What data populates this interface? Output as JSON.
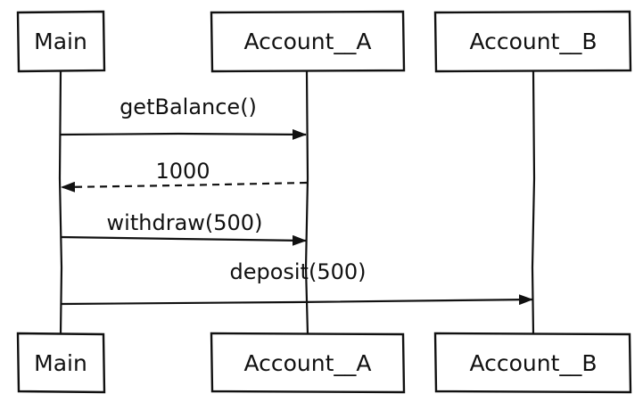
{
  "participants": [
    {
      "id": "main",
      "label": "Main"
    },
    {
      "id": "account_a",
      "label": "Account__A"
    },
    {
      "id": "account_b",
      "label": "Account__B"
    }
  ],
  "messages": [
    {
      "label": "getBalance()",
      "from": "main",
      "to": "account_a",
      "style": "solid"
    },
    {
      "label": "1000",
      "from": "account_a",
      "to": "main",
      "style": "dashed"
    },
    {
      "label": "withdraw(500)",
      "from": "main",
      "to": "account_a",
      "style": "solid"
    },
    {
      "label": "deposit(500)",
      "from": "main",
      "to": "account_b",
      "style": "solid"
    }
  ],
  "colors": {
    "ink": "#111111",
    "box_fill": "#ffffff",
    "background": "#ffffff"
  }
}
